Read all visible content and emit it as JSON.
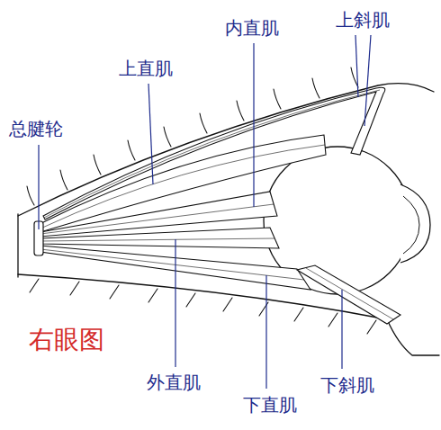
{
  "diagram": {
    "labels": [
      "总腱轮",
      "上直肌",
      "内直肌",
      "上斜肌",
      "外直肌",
      "下直肌",
      "下斜肌",
      "右眼图"
    ]
  }
}
